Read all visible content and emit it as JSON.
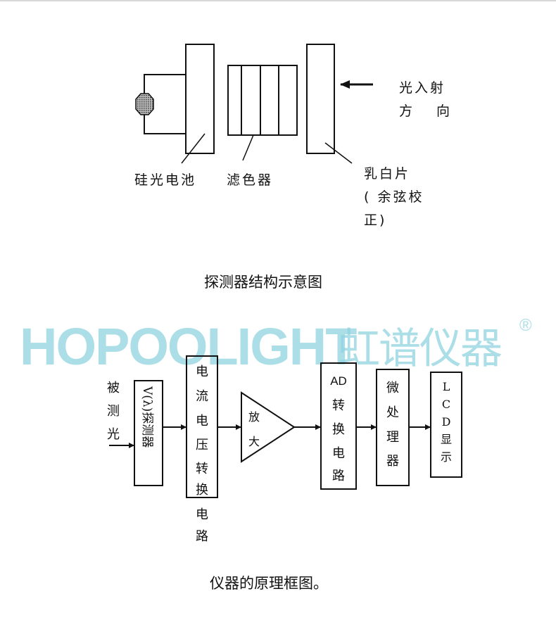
{
  "structure_diagram": {
    "labels": {
      "cell": "硅光电池",
      "filter": "滤色器",
      "diffuser_1": "乳白片",
      "diffuser_2": "( 余弦校",
      "diffuser_3": "正)",
      "incident_1": "光入射",
      "incident_2": "方　 向"
    },
    "caption": "探测器结构示意图"
  },
  "watermark": {
    "brand": "HOPOOLIGHT",
    "chinese": "虹谱仪器",
    "reg": "®"
  },
  "block_diagram": {
    "input_label": [
      "被",
      "测",
      "光"
    ],
    "detector": "V(λ)探测器",
    "iv_converter": [
      "电",
      "流",
      "电",
      "压",
      "转",
      "换"
    ],
    "iv_converter_below": [
      "电",
      "路"
    ],
    "amplifier": [
      "放",
      "大"
    ],
    "adc": [
      "AD",
      "转",
      "换",
      "电",
      "路"
    ],
    "mcu": [
      "微",
      "处",
      "理",
      "器"
    ],
    "lcd": [
      "L",
      "C",
      "D",
      "显",
      "示"
    ],
    "caption": "仪器的原理框图。"
  },
  "colors": {
    "line": "#111111",
    "watermark": "#8fd3df"
  }
}
